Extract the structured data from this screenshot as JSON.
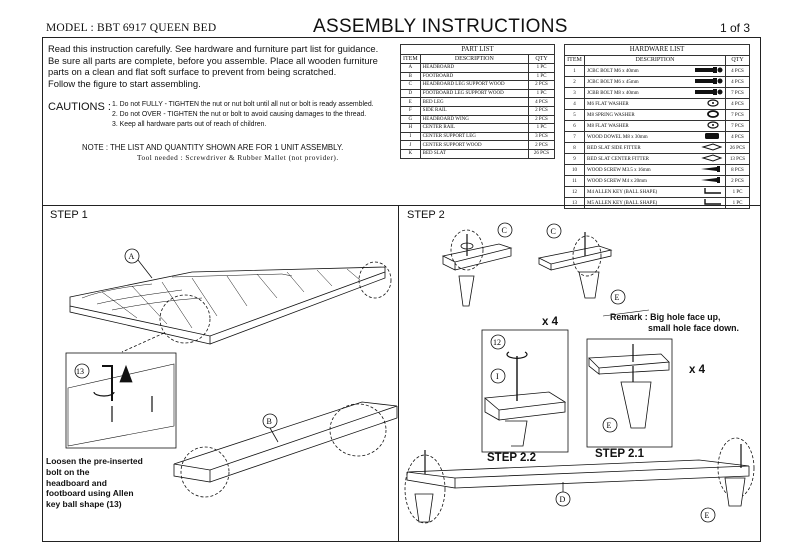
{
  "header": {
    "model": "MODEL : BBT 6917 QUEEN BED",
    "title": "ASSEMBLY INSTRUCTIONS",
    "page": "1 of 3"
  },
  "intro": {
    "line1": "Read this instruction carefully. See hardware and furniture part list for guidance.",
    "line2": "Be sure all parts are complete, before you assemble. Place all wooden furniture",
    "line3": "parts on a clean and flat soft surface to prevent from being scratched.",
    "line4": "Follow the figure to start assembling."
  },
  "cautions": {
    "label": "CAUTIONS :",
    "items": [
      "1. Do not FULLY - TIGHTEN the nut or nut bolt until all nut or bolt is ready assembled.",
      "2. Do not OVER - TIGHTEN the nut or bolt to avoid causing damages to the thread.",
      "3. Keep all hardware parts out of reach of children."
    ]
  },
  "note": "NOTE : THE LIST AND QUANTITY SHOWN ARE FOR 1 UNIT ASSEMBLY.",
  "tools": "Tool needed : Screwdriver & Rubber Mallet (not provider).",
  "part_list": {
    "title": "PART LIST",
    "headers": [
      "ITEM",
      "DESCRIPTION",
      "QTY"
    ],
    "rows": [
      [
        "A",
        "HEADBOARD",
        "1 PC"
      ],
      [
        "B",
        "FOOTBOARD",
        "1 PC"
      ],
      [
        "C",
        "HEADBOARD LEG SUPPORT WOOD",
        "2 PCS"
      ],
      [
        "D",
        "FOOTBOARD LEG SUPPORT WOOD",
        "1 PC"
      ],
      [
        "E",
        "BED LEG",
        "4 PCS"
      ],
      [
        "F",
        "SIDE RAIL",
        "2 PCS"
      ],
      [
        "G",
        "HEADBOARD WING",
        "2 PCS"
      ],
      [
        "H",
        "CENTER RAIL",
        "1 PC"
      ],
      [
        "I",
        "CENTER SUPPORT LEG",
        "3 PCS"
      ],
      [
        "J",
        "CENTER SUPPORT WOOD",
        "2 PCS"
      ],
      [
        "K",
        "BED SLAT",
        "26 PCS"
      ]
    ]
  },
  "hardware_list": {
    "title": "HARDWARE LIST",
    "headers": [
      "ITEM",
      "DESCRIPTION",
      "QTY"
    ],
    "rows": [
      [
        "1",
        "JCBC BOLT M6 x 40mm",
        "bolt",
        "4 PCS"
      ],
      [
        "2",
        "JCBC BOLT M6 x 45mm",
        "bolt",
        "4 PCS"
      ],
      [
        "3",
        "JCBB BOLT M8 x 40mm",
        "bolt",
        "7 PCS"
      ],
      [
        "4",
        "M6 FLAT WASHER",
        "washer",
        "4 PCS"
      ],
      [
        "5",
        "M8 SPRING WASHER",
        "spring",
        "7 PCS"
      ],
      [
        "6",
        "M8 FLAT WASHER",
        "washer",
        "7 PCS"
      ],
      [
        "7",
        "WOOD DOWEL M8 x 30mm",
        "dowel",
        "4 PCS"
      ],
      [
        "8",
        "BED SLAT SIDE FITTER",
        "fitter",
        "26 PCS"
      ],
      [
        "9",
        "BED SLAT CENTER FITTER",
        "fitter",
        "13 PCS"
      ],
      [
        "10",
        "WOOD SCREW M3.5 x 16mm",
        "screw",
        "8 PCS"
      ],
      [
        "11",
        "WOOD SCREW M4 x 20mm",
        "screw",
        "2 PCS"
      ],
      [
        "12",
        "M4 ALLEN KEY (BALL SHAPE)",
        "key",
        "1 PC"
      ],
      [
        "13",
        "M5 ALLEN KEY (BALL SHAPE)",
        "key",
        "1 PC"
      ]
    ]
  },
  "step1": {
    "label": "STEP 1",
    "callout_a": "A",
    "callout_b": "B",
    "callout_13": "13",
    "instruction": [
      "Loosen the pre-inserted",
      "bolt on the",
      "headboard and",
      "footboard using Allen",
      "key ball shape (13)"
    ]
  },
  "step2": {
    "label": "STEP 2",
    "callout_c": "C",
    "callout_e": "E",
    "callout_d": "D",
    "callout_12": "12",
    "callout_i": "I",
    "x4": "x 4",
    "remark1": "Remark : Big hole face up,",
    "remark2": "small hole face down.",
    "step22": "STEP 2.2",
    "step21": "STEP 2.1"
  }
}
